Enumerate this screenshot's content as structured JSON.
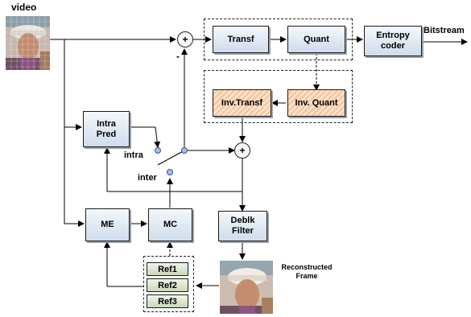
{
  "input_label": "video",
  "output_label": "Bitstream",
  "blocks": {
    "transf": "Transf",
    "quant": "Quant",
    "entropy": "Entropy\ncoder",
    "inv_transf": "Inv.Transf",
    "inv_quant": "Inv. Quant",
    "intra_pred": "Intra\nPred",
    "me": "ME",
    "mc": "MC",
    "deblk": "Deblk\nFilter"
  },
  "refs": [
    "Ref1",
    "Ref2",
    "Ref3"
  ],
  "labels": {
    "intra": "intra",
    "inter": "inter",
    "reconstructed": "Reconstructed\nFrame",
    "minus": "-"
  },
  "summers": [
    "+",
    "+"
  ],
  "colors": {
    "block_fill": "#cfdceb",
    "inverse_fill": "#f6c9a3",
    "switch_node": "#a9bde8"
  }
}
